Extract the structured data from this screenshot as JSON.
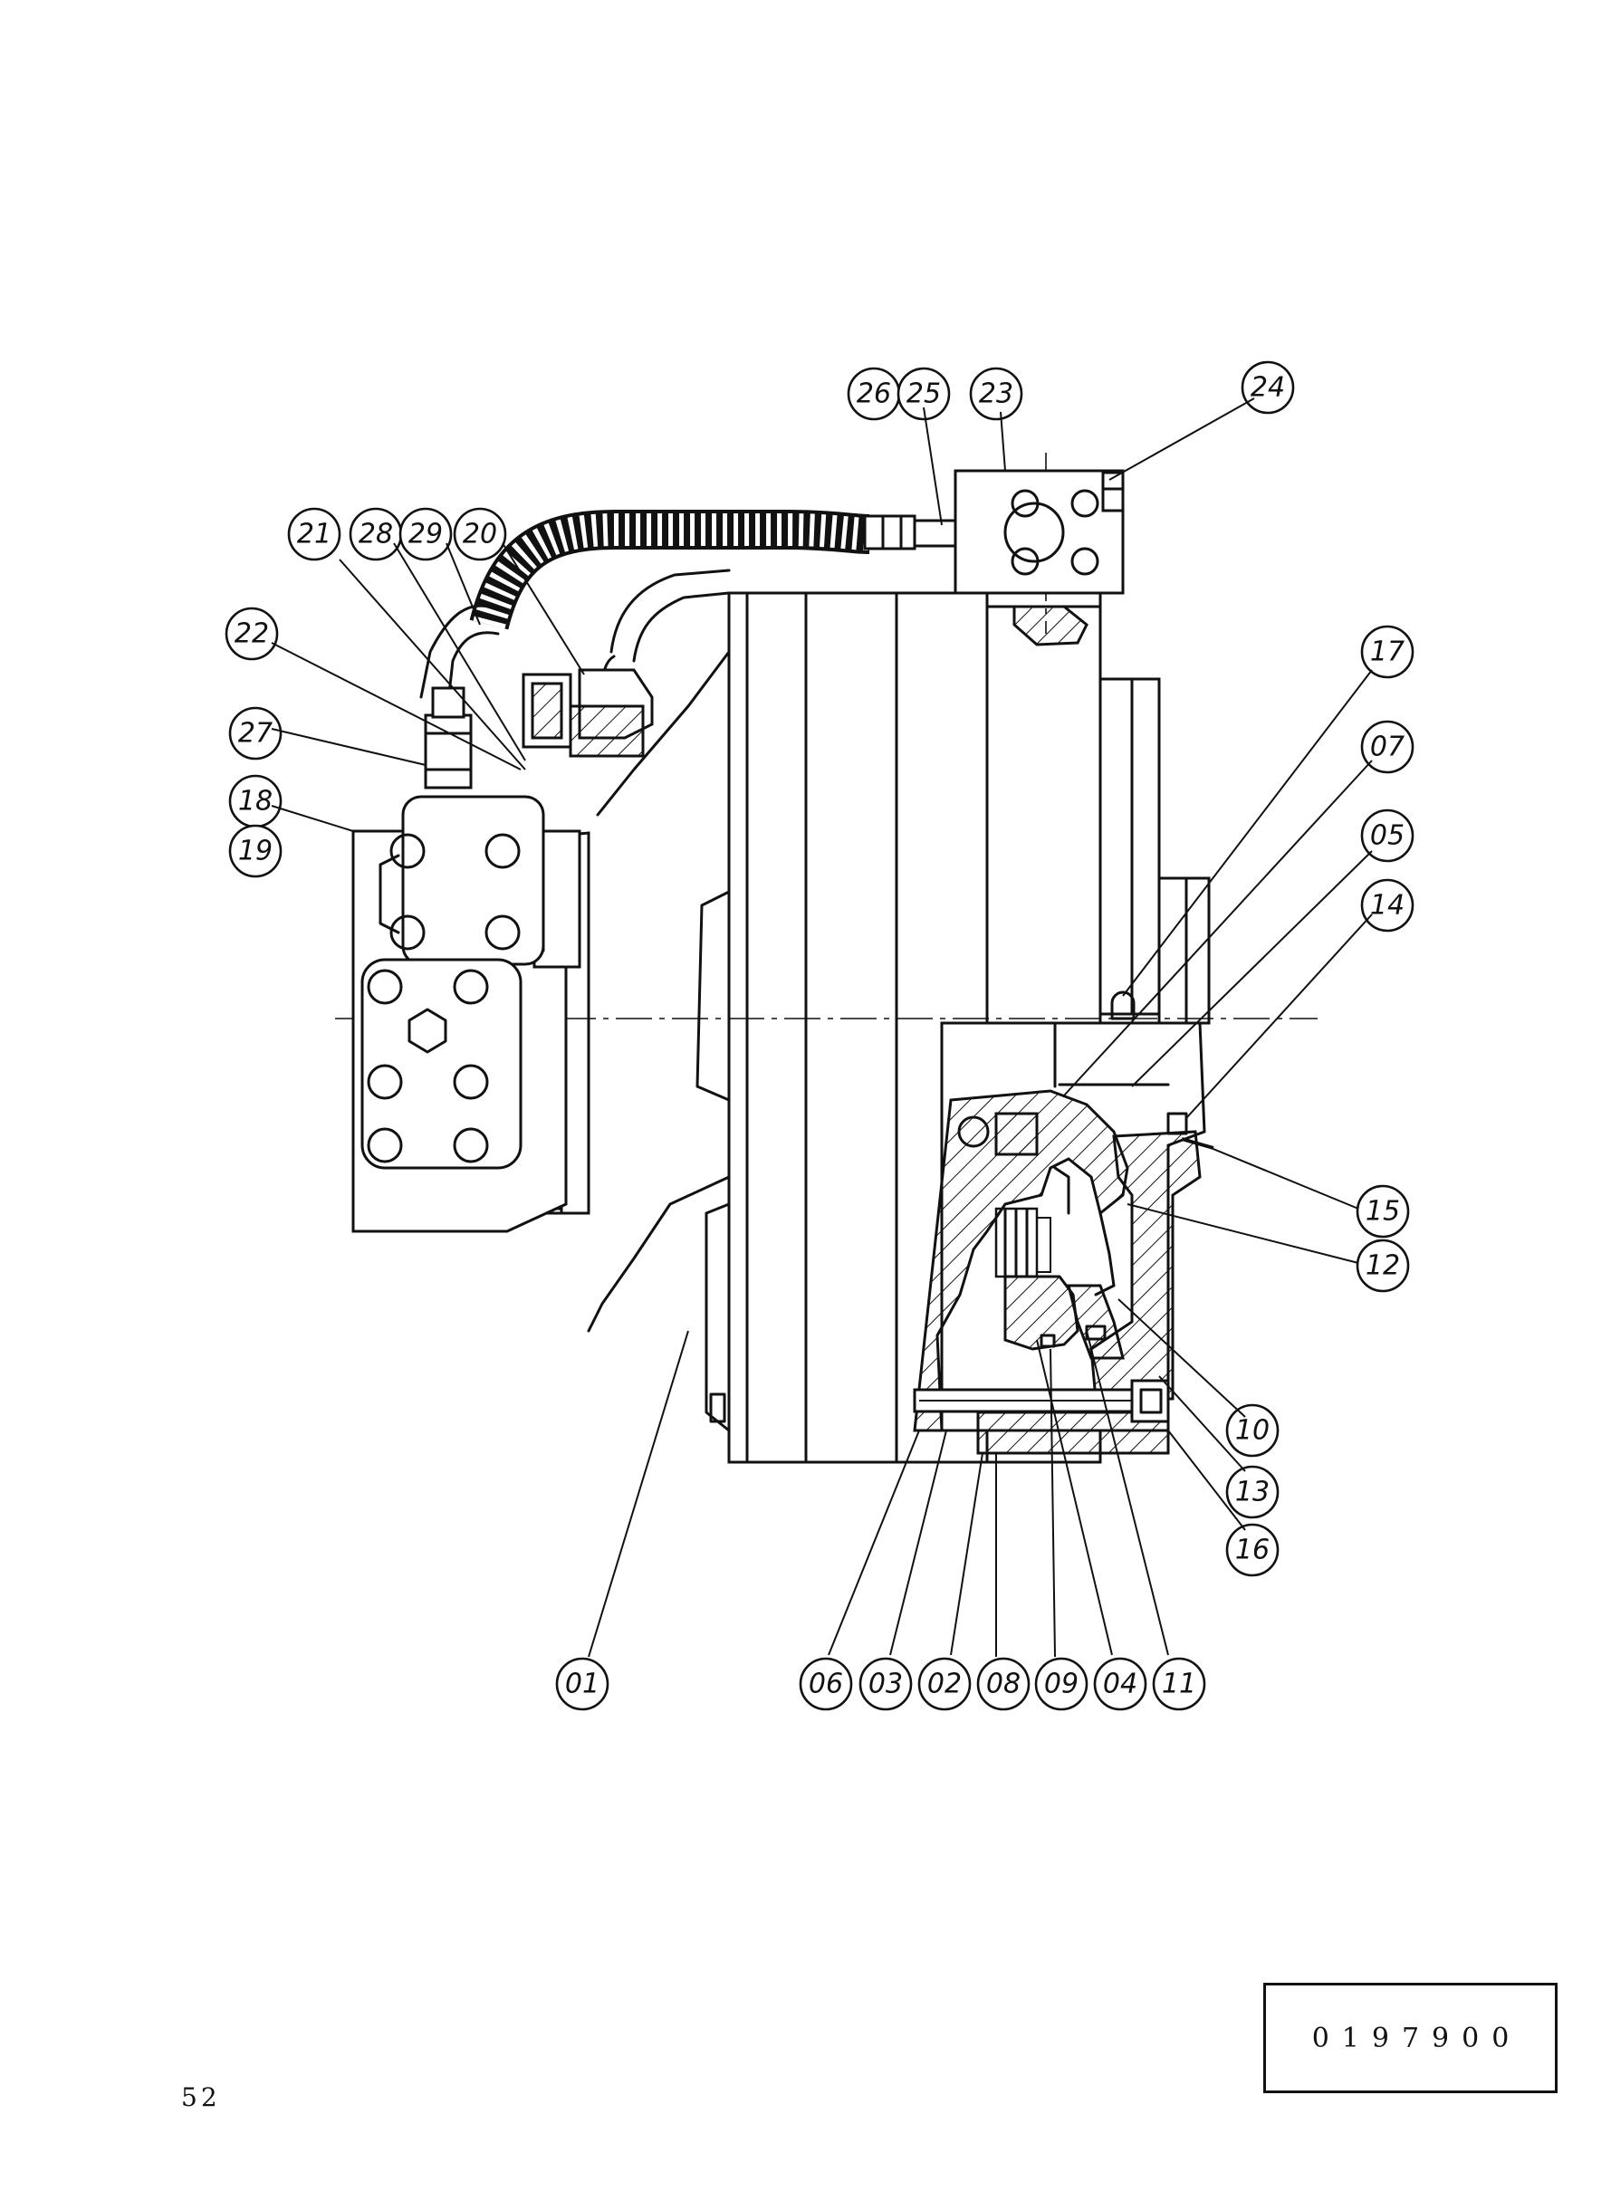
{
  "drawing": {
    "part_labels": {
      "p01": "01",
      "p02": "02",
      "p03": "03",
      "p04": "04",
      "p05": "05",
      "p06": "06",
      "p07": "07",
      "p08": "08",
      "p09": "09",
      "p10": "10",
      "p11": "11",
      "p12": "12",
      "p13": "13",
      "p14": "14",
      "p15": "15",
      "p16": "16",
      "p17": "17",
      "p18": "18",
      "p19": "19",
      "p20": "20",
      "p21": "21",
      "p22": "22",
      "p23": "23",
      "p24": "24",
      "p25": "25",
      "p26": "26",
      "p27": "27",
      "p28": "28",
      "p29": "29"
    }
  },
  "title_block": {
    "drawing_number": "0197900"
  },
  "page": {
    "number": "52"
  }
}
